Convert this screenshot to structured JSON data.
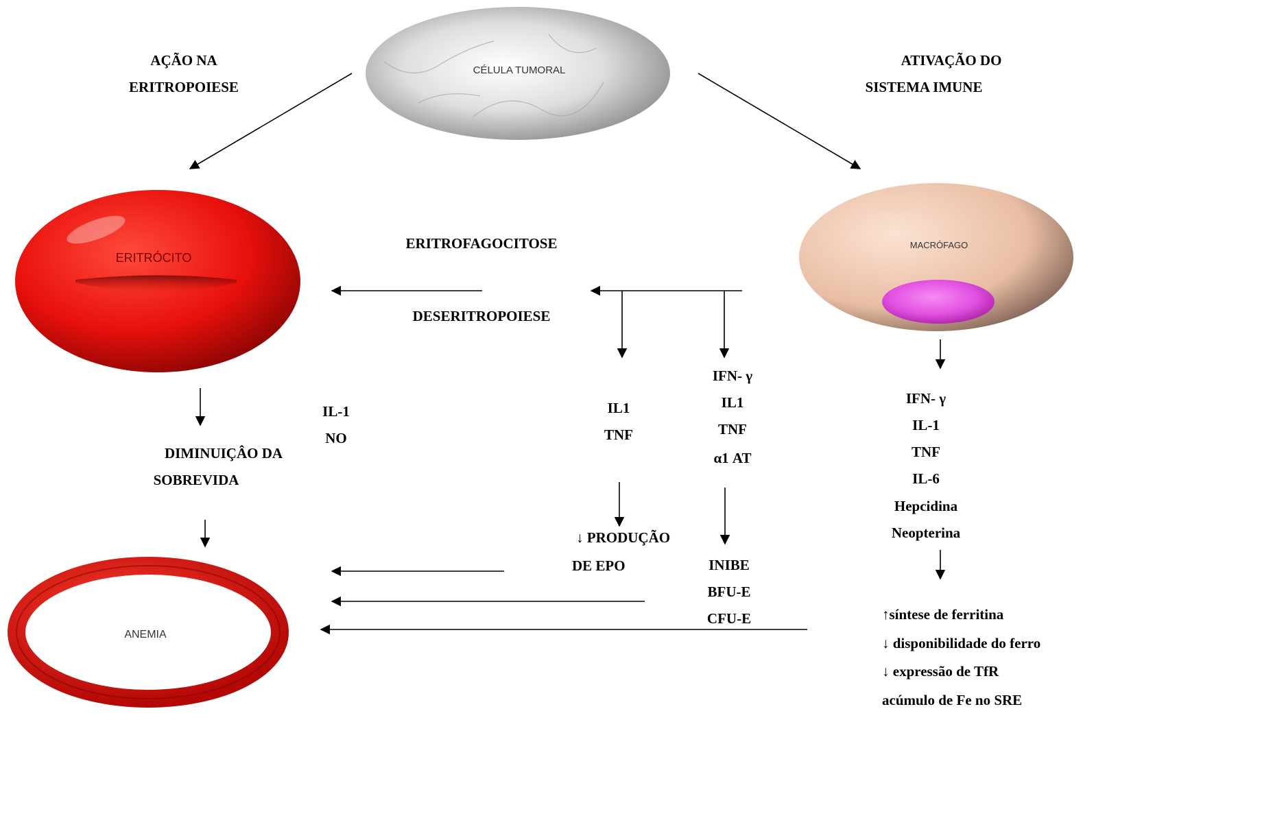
{
  "nodes": {
    "tumor_cell": "CÉLULA TUMORAL",
    "erythrocyte": "ERITRÓCITO",
    "macrophage": "MACRÓFAGO",
    "anemia": "ANEMIA"
  },
  "branches": {
    "left": [
      "AÇÃO NA",
      "ERITROPOIESE"
    ],
    "right": [
      "ATIVAÇÃO DO",
      "SISTEMA IMUNE"
    ]
  },
  "middle": {
    "erythrophagocytosis": "ERITROFAGOCITOSE",
    "deserythropoiesis": "DESERITROPOIESE"
  },
  "left_column": {
    "cytokines": [
      "IL-1",
      "NO"
    ],
    "outcome": [
      "DIMINUIÇÂO DA",
      "SOBREVIDA"
    ]
  },
  "epo_column": {
    "cytokines": [
      "IL1",
      "TNF"
    ],
    "arrow_glyph": "↓",
    "outcome": [
      "PRODUÇÃO",
      "DE EPO"
    ]
  },
  "inhibit_column": {
    "cytokines": [
      "IFN- γ",
      "IL1",
      "TNF",
      "α1 AT"
    ],
    "outcome": [
      "INIBE",
      "BFU-E",
      "CFU-E"
    ]
  },
  "macrophage_column": {
    "cytokines": [
      "IFN- γ",
      "IL-1",
      "TNF",
      "IL-6",
      "Hepcidina",
      "Neopterina"
    ],
    "effects": [
      {
        "glyph": "↑",
        "text": "síntese de ferritina"
      },
      {
        "glyph": "↓",
        "text": " disponibilidade do ferro"
      },
      {
        "glyph": "↓",
        "text": " expressão de TfR"
      },
      {
        "glyph": "",
        "text": "acúmulo de Fe no SRE"
      }
    ]
  },
  "colors": {
    "erythrocyte": "#e8100c",
    "erythrocyte_dark": "#8a0503",
    "macrophage": "#efc7b0",
    "nucleus": "#e24fe0",
    "tumor": "#dcdcdc"
  }
}
